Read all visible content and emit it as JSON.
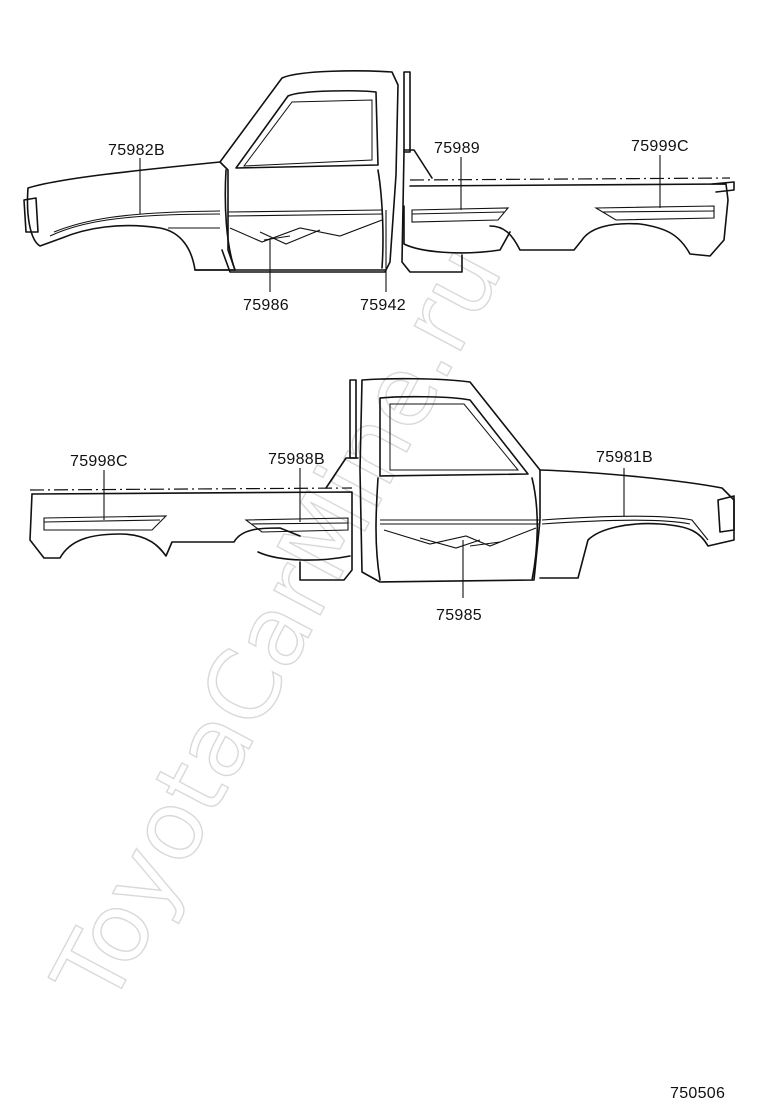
{
  "watermark": "ToyotaCarMine.ru",
  "diagram_code": "750506",
  "upper_view": {
    "labels": {
      "p1": "75982B",
      "p2": "75989",
      "p3": "75999C",
      "p4": "75986",
      "p5": "75942"
    }
  },
  "lower_view": {
    "labels": {
      "p1": "75998C",
      "p2": "75988B",
      "p3": "75981B",
      "p4": "75985"
    }
  }
}
